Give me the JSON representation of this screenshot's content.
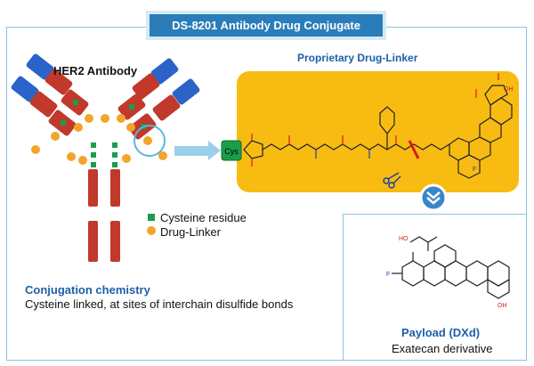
{
  "title": "DS-8201 Antibody Drug Conjugate",
  "antibody": {
    "label": "HER2 Antibody"
  },
  "drug_linker": {
    "label": "Proprietary Drug-Linker",
    "cys_label": "Cys"
  },
  "legend": [
    {
      "label": "Cysteine residue",
      "color": "#1a9e4a",
      "icon": "green-square"
    },
    {
      "label": "Drug-Linker",
      "color": "#f2a52a",
      "icon": "orange-circle"
    }
  ],
  "conjugation": {
    "title": "Conjugation chemistry",
    "description": "Cysteine linked, at sites of interchain disulfide bonds"
  },
  "payload": {
    "title": "Payload (DXd)",
    "subtitle": "Exatecan derivative"
  },
  "colors": {
    "banner": "#2a7db8",
    "heavy_chain": "#c0392b",
    "light_chain": "#2b63c9",
    "linker_panel": "#f7bb12",
    "cysteine": "#1a9e4a",
    "drug_linker": "#f2a52a",
    "heading_blue": "#1f5fa8"
  }
}
